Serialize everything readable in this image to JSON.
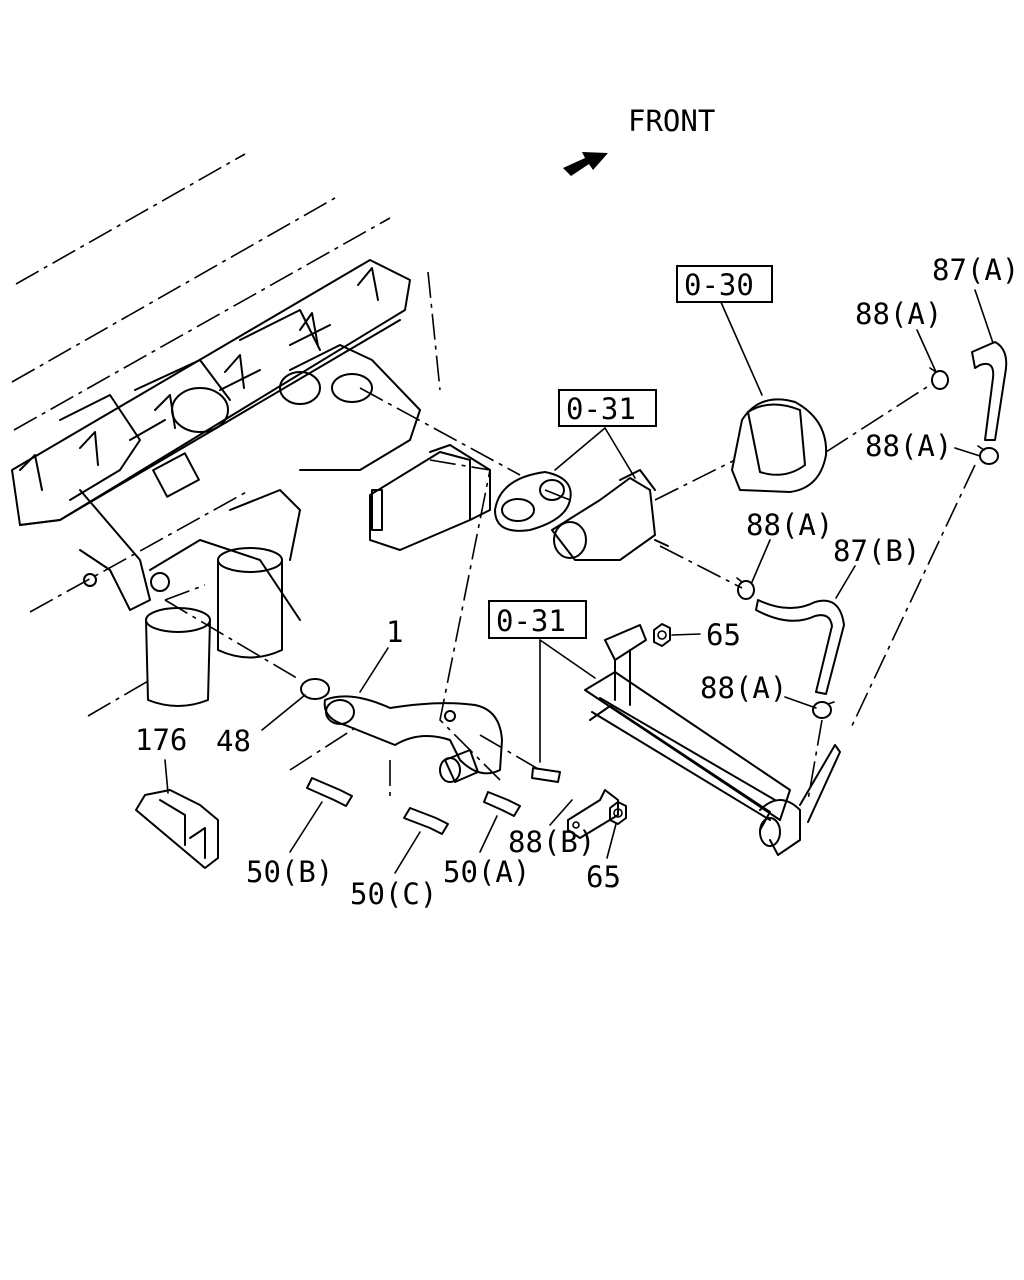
{
  "orientation": {
    "front_label": "FRONT"
  },
  "callouts": {
    "ref_030": "0-30",
    "ref_031_upper": "0-31",
    "ref_031_lower": "0-31",
    "p87a": "87(A)",
    "p88a_1": "88(A)",
    "p88a_2": "88(A)",
    "p88a_3": "88(A)",
    "p88a_4": "88(A)",
    "p87b": "87(B)",
    "p65_upper": "65",
    "p65_lower": "65",
    "p1": "1",
    "p176": "176",
    "p48": "48",
    "p50b": "50(B)",
    "p50c": "50(C)",
    "p50a": "50(A)",
    "p88b": "88(B)"
  }
}
